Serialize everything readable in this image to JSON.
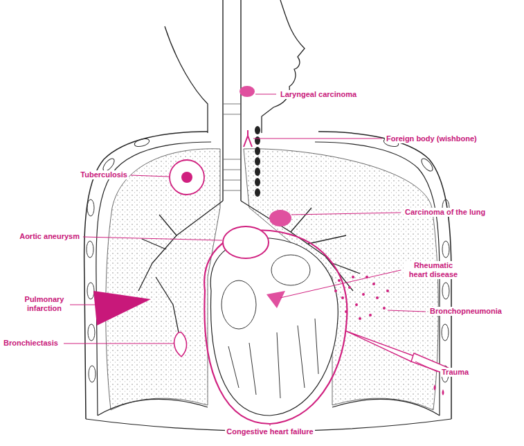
{
  "diagram": {
    "labels": [
      "Laryngeal carcinoma",
      "Foreign body (wishbone)",
      "Tuberculosis",
      "Carcinoma of the lung",
      "Aortic aneurysm",
      "Rheumatic heart disease",
      "Pulmonary infarction",
      "Bronchopneumonia",
      "Bronchiectasis",
      "Trauma",
      "Congestive heart failure"
    ]
  }
}
